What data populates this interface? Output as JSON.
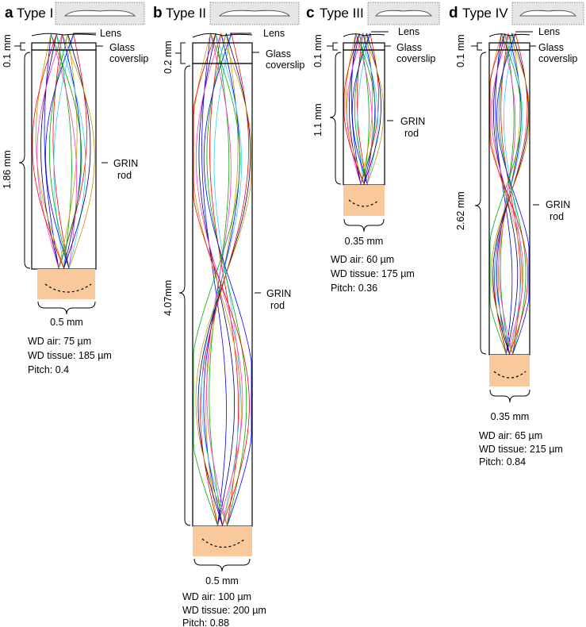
{
  "panels": [
    {
      "letter": "a",
      "title": "Type I",
      "lens_label": "Lens",
      "glass_label_1": "Glass",
      "glass_label_2": "coverslip",
      "grin_label_1": "GRIN",
      "grin_label_2": "rod",
      "coverslip_thickness": "0.1 mm",
      "rod_length": "1.86 mm",
      "diameter": "0.5 mm",
      "wd_air": "WD air: 75 µm",
      "wd_tissue": "WD tissue: 185 µm",
      "pitch": "Pitch: 0.4",
      "crossings": 0,
      "ray_mode": "converge"
    },
    {
      "letter": "b",
      "title": "Type II",
      "lens_label": "Lens",
      "glass_label_1": "Glass",
      "glass_label_2": "coverslip",
      "grin_label_1": "GRIN",
      "grin_label_2": "rod",
      "coverslip_thickness": "0.2 mm",
      "rod_length": "4.07mm",
      "diameter": "0.5 mm",
      "wd_air": "WD air: 100 µm",
      "wd_tissue": "WD tissue: 200 µm",
      "pitch": "Pitch: 0.88",
      "crossings": 1,
      "ray_mode": "sine"
    },
    {
      "letter": "c",
      "title": "Type III",
      "lens_label": "Lens",
      "glass_label_1": "Glass",
      "glass_label_2": "coverslip",
      "grin_label_1": "GRIN",
      "grin_label_2": "rod",
      "coverslip_thickness": "0.1 mm",
      "rod_length": "1.1 mm",
      "diameter": "0.35 mm",
      "wd_air": "WD air: 60 µm",
      "wd_tissue": "WD tissue: 175 µm",
      "pitch": "Pitch: 0.36",
      "crossings": 0,
      "ray_mode": "converge"
    },
    {
      "letter": "d",
      "title": "Type IV",
      "lens_label": "Lens",
      "glass_label_1": "Glass",
      "glass_label_2": "coverslip",
      "grin_label_1": "GRIN",
      "grin_label_2": "rod",
      "coverslip_thickness": "0.1 mm",
      "rod_length": "2.62 mm",
      "diameter": "0.35 mm",
      "wd_air": "WD air: 65 µm",
      "wd_tissue": "WD tissue: 215 µm",
      "pitch": "Pitch: 0.84",
      "crossings": 1,
      "ray_mode": "sine"
    }
  ],
  "colors": {
    "ray_colors": [
      "#0000ff",
      "#00aa00",
      "#ff0000",
      "#cc9900",
      "#33ccff",
      "#ff33cc",
      "#000066"
    ],
    "tissue": "#f9c89b",
    "title_box": "#e6e6e6"
  }
}
